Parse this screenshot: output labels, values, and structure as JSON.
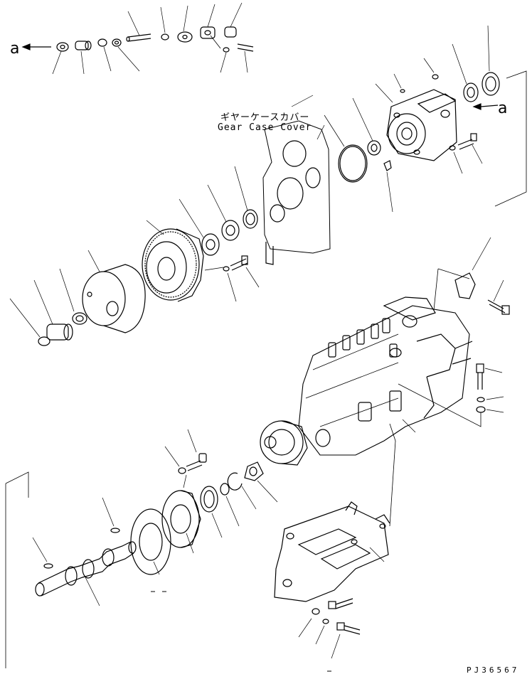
{
  "labels": {
    "ref_left": "a",
    "ref_right": "a",
    "cover_jp": "ギヤーケースカバー",
    "cover_en": "Gear Case Cover",
    "drawing_code": "PJ36567"
  }
}
